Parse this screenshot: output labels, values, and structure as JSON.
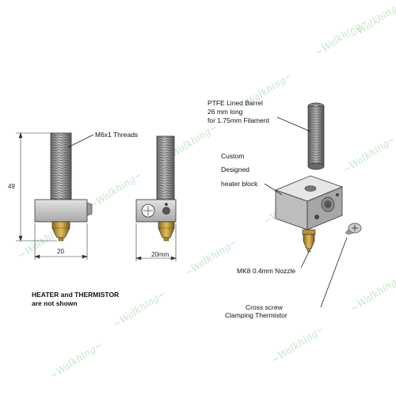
{
  "labels": {
    "threads": "M6x1 Threads",
    "dim_height": "49",
    "dim_width_left": "20",
    "dim_width_right": "20mm",
    "ptfe_line1": "PTFE Lined Barrel",
    "ptfe_line2": "26 mm long",
    "ptfe_line3": "for 1.75mm Filament",
    "custom": "Custom",
    "designed": "Designed",
    "heater_block": "heater block",
    "nozzle": "MK8 0.4mm Nozzle",
    "note_line1": "HEATER and THERMISTOR",
    "note_line2": "are not shown",
    "screw_line1": "Cross screw",
    "screw_line2": "Clamping Thermistor"
  },
  "watermark": {
    "text": "~Walkhing~",
    "color": "#8fd09a"
  },
  "colors": {
    "thread": "#9a9a9a",
    "block": "#c8c8c8",
    "brass": "#c9a23a",
    "line": "#222222"
  }
}
